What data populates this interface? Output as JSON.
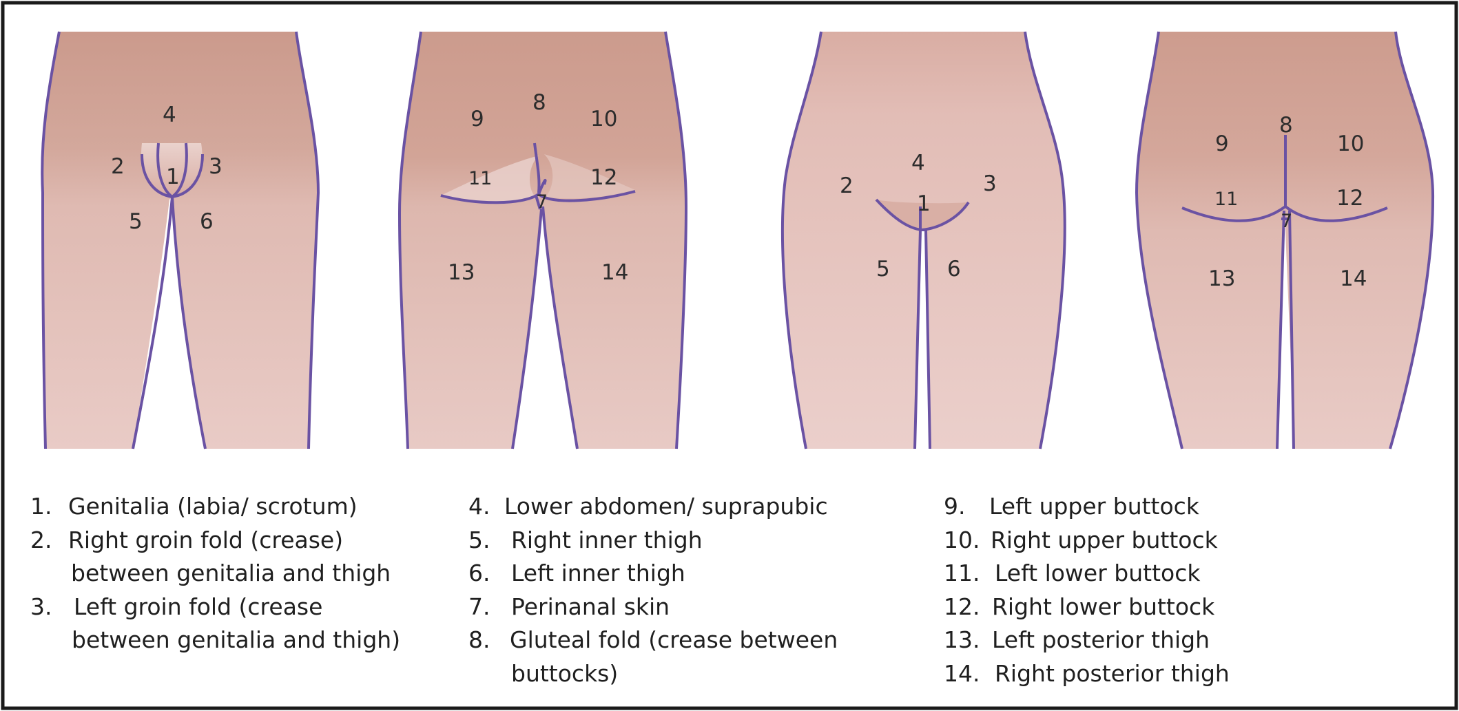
{
  "colors": {
    "outline": "#6a52a3",
    "skin_top": "#cd9c8e",
    "skin_bottom": "#e6c7c1",
    "frame": "#1a1a1a"
  },
  "figures": {
    "female_front": {
      "labels": {
        "l4": "4",
        "l2": "2",
        "l1": "1",
        "l3": "3",
        "l5": "5",
        "l6": "6"
      }
    },
    "female_back": {
      "labels": {
        "l9": "9",
        "l8": "8",
        "l10": "10",
        "l11": "11",
        "l12": "12",
        "l7": "7",
        "l13": "13",
        "l14": "14"
      }
    },
    "male_front": {
      "labels": {
        "l4": "4",
        "l2": "2",
        "l3": "3",
        "l1": "1",
        "l5": "5",
        "l6": "6"
      }
    },
    "male_back": {
      "labels": {
        "l9": "9",
        "l8": "8",
        "l10": "10",
        "l11": "11",
        "l12": "12",
        "l7": "7",
        "l13": "13",
        "l14": "14"
      }
    }
  },
  "legend": {
    "col1": [
      {
        "num": "1.",
        "text": "Genitalia (labia/ scrotum)"
      },
      {
        "num": "2.",
        "text": "Right groin fold (crease)",
        "cont": "between genitalia and thigh"
      },
      {
        "num": "3.",
        "text": "Left groin fold (crease",
        "cont": "between genitalia and thigh)"
      }
    ],
    "col2": [
      {
        "num": "4.",
        "text": "Lower abdomen/ suprapubic"
      },
      {
        "num": "5.",
        "text": "Right inner thigh"
      },
      {
        "num": "6.",
        "text": "Left inner thigh"
      },
      {
        "num": "7.",
        "text": "Perinanal skin"
      },
      {
        "num": "8.",
        "text": "Gluteal fold (crease between",
        "cont": "buttocks)"
      }
    ],
    "col3": [
      {
        "num": "9.",
        "text": "Left upper buttock"
      },
      {
        "num": "10.",
        "text": "Right upper buttock"
      },
      {
        "num": "11.",
        "text": "Left lower buttock"
      },
      {
        "num": "12.",
        "text": "Right lower buttock"
      },
      {
        "num": "13.",
        "text": "Left posterior thigh"
      },
      {
        "num": "14.",
        "text": "Right posterior thigh"
      }
    ]
  }
}
